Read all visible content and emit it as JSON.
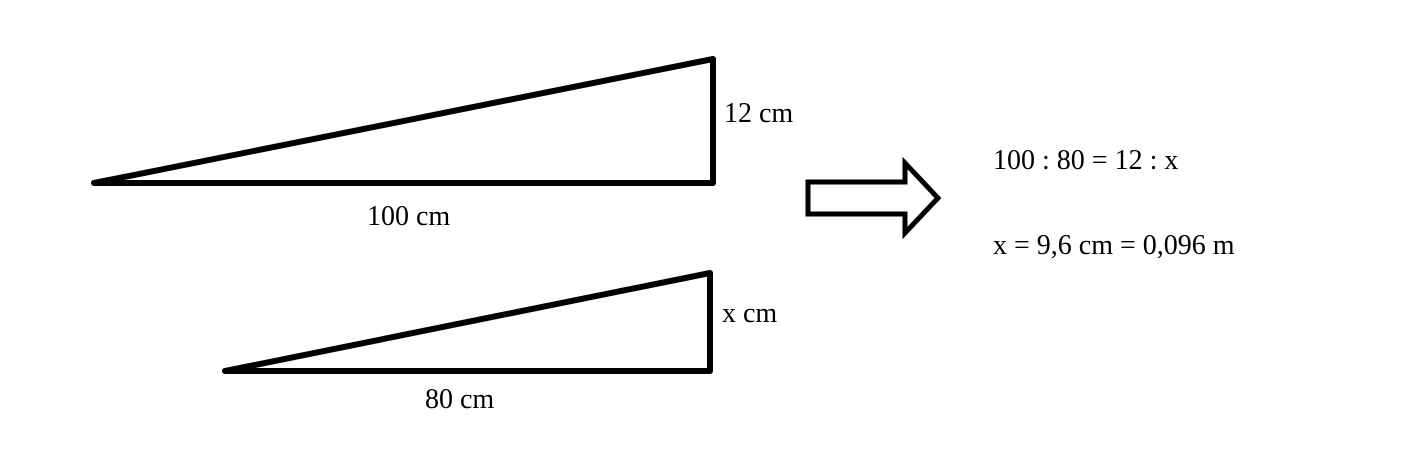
{
  "diagram": {
    "triangle_large": {
      "base_label": "100 cm",
      "height_label": "12 cm"
    },
    "triangle_small": {
      "base_label": "80 cm",
      "height_label": "x cm"
    },
    "arrow": {
      "icon": "right-arrow-outline-icon"
    },
    "equations": {
      "proportion": "100 : 80 = 12 : x",
      "result": "x = 9,6 cm = 0,096 m"
    },
    "colors": {
      "stroke": "#000000",
      "background": "#ffffff"
    }
  }
}
